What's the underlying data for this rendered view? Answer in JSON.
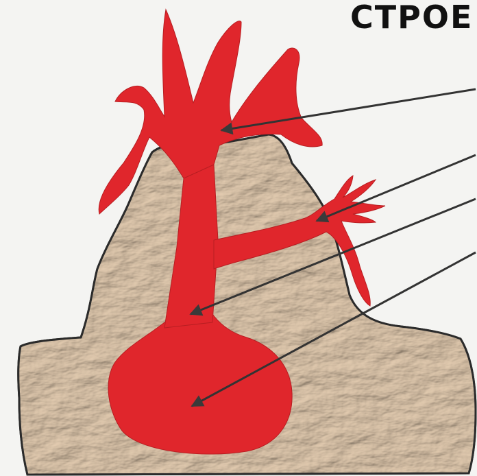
{
  "title": "СТРОЕ",
  "colors": {
    "background": "#f4f4f2",
    "organ_fill": "#dcc3a6",
    "organ_texture": "#b98f6a",
    "organ_outline": "#2b2b2b",
    "vessel_fill": "#e0262c",
    "arrow_line": "#333333",
    "arrow_head": "#3a3a3a",
    "title_color": "#111111"
  },
  "diagram": {
    "organ": "crumpled-texture-mound",
    "vessel": "red-branching-structure",
    "pointer_arrows": [
      "arrow-1-top-branches",
      "arrow-2-side-branch",
      "arrow-3-trunk",
      "arrow-4-base-bulb"
    ]
  }
}
